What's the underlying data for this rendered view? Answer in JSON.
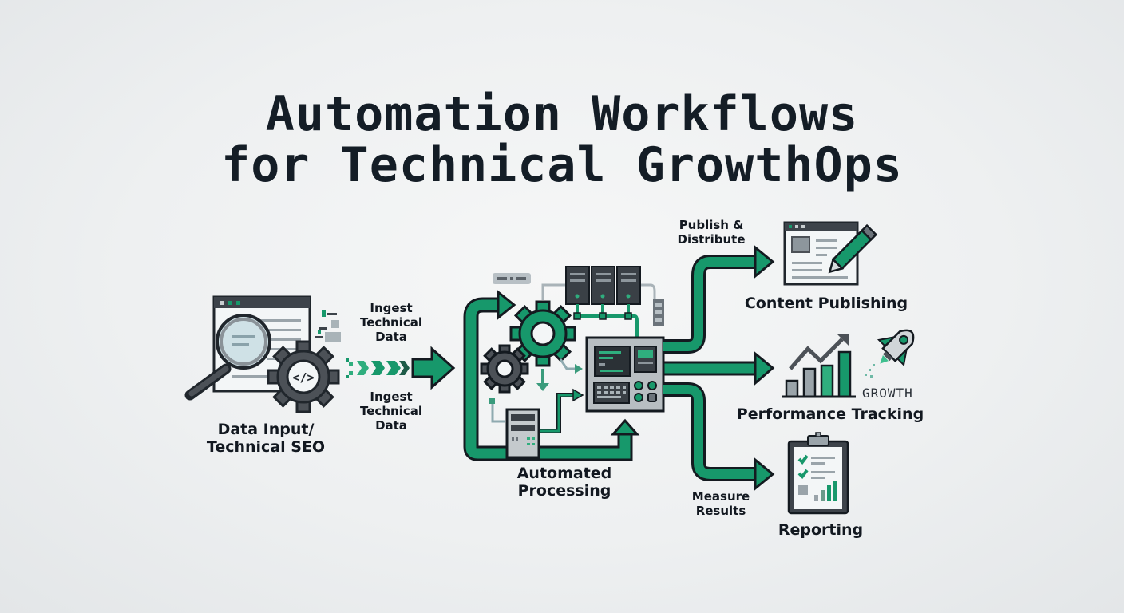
{
  "title": {
    "line1": "Automation Workflows",
    "line2": "for Technical GrowthOps"
  },
  "colors": {
    "accent_green": "#17986b",
    "dark_outline": "#141a20",
    "gear_gray": "#4c5157",
    "panel_gray": "#b8bec2",
    "background": "#eef0f1"
  },
  "stages": {
    "input": {
      "label_line1": "Data Input/",
      "label_line2": "Technical SEO",
      "icons": [
        "browser-window-icon",
        "magnifying-glass-icon",
        "code-gear-icon"
      ]
    },
    "ingest": {
      "top_line1": "Ingest",
      "top_line2": "Technical",
      "top_line3": "Data",
      "bottom_line1": "Ingest",
      "bottom_line2": "Technical",
      "bottom_line3": "Data"
    },
    "processing": {
      "label_line1": "Automated",
      "label_line2": "Processing",
      "icons": [
        "server-rack-icon",
        "gear-icon",
        "control-panel-icon",
        "loop-arrow-icon"
      ]
    },
    "publish_arrow": {
      "line1": "Publish &",
      "line2": "Distribute"
    },
    "measure_arrow": {
      "line1": "Measure",
      "line2": "Results"
    },
    "outputs": [
      {
        "label": "Content Publishing",
        "icon": "document-pencil-icon"
      },
      {
        "label": "Performance Tracking",
        "icon": "bar-chart-rocket-icon",
        "badge": "GROWTH"
      },
      {
        "label": "Reporting",
        "icon": "clipboard-report-icon"
      }
    ]
  }
}
